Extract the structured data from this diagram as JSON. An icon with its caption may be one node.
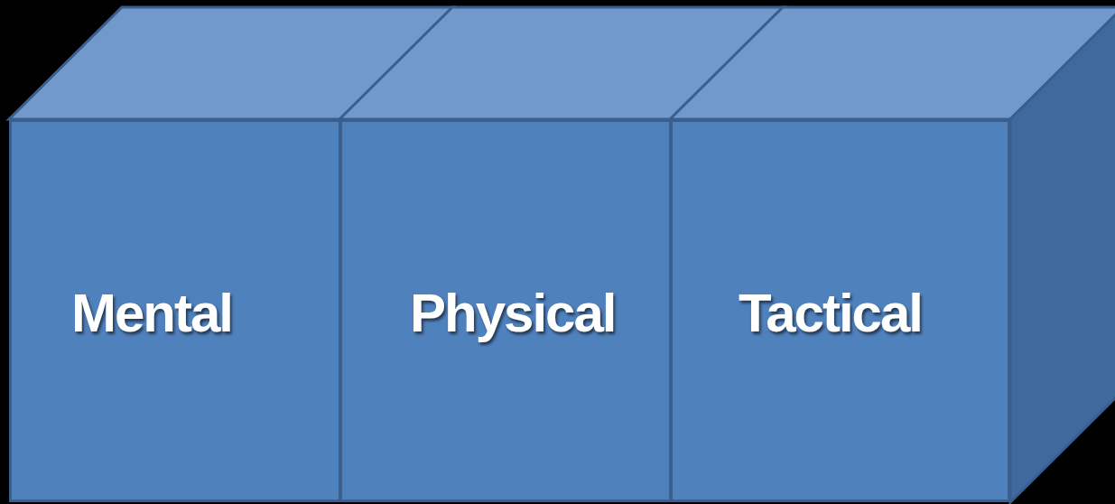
{
  "diagram": {
    "nodes": [
      {
        "text": [
          "Mental"
        ]
      },
      {
        "text": [
          "Physical"
        ]
      },
      {
        "text": [
          "Tactical"
        ]
      }
    ]
  }
}
